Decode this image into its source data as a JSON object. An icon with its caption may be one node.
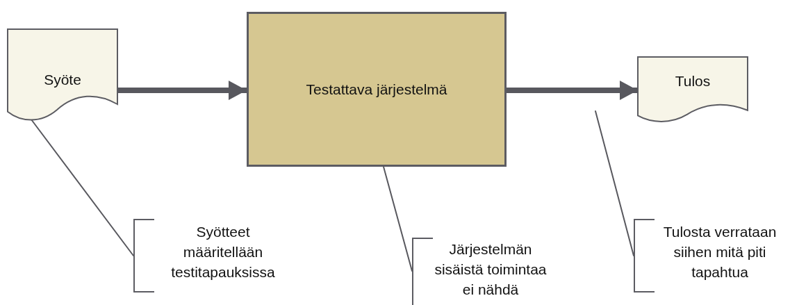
{
  "diagram": {
    "nodes": [
      {
        "text": [
          "Syöte"
        ]
      },
      {
        "text": [
          "Testattava järjestelmä"
        ]
      },
      {
        "text": [
          "Tulos"
        ]
      },
      {
        "text": [
          "Syötteet määritellään testitapauksissa"
        ]
      },
      {
        "text": [
          "Järjestelmän sisäistä toimintaa ei nähdä"
        ]
      },
      {
        "text": [
          "Tulosta verrataan siihen mitä piti tapahtua"
        ]
      }
    ],
    "edges": [
      {
        "from": 0,
        "to": 1,
        "arrow": "to",
        "style": "thick"
      },
      {
        "from": 1,
        "to": 2,
        "arrow": "to",
        "style": "thick"
      },
      {
        "from": 3,
        "to": 0,
        "arrow": "none"
      },
      {
        "from": 4,
        "to": 1,
        "arrow": "none"
      },
      {
        "from": 5,
        "to": null,
        "arrow": "none"
      }
    ]
  }
}
